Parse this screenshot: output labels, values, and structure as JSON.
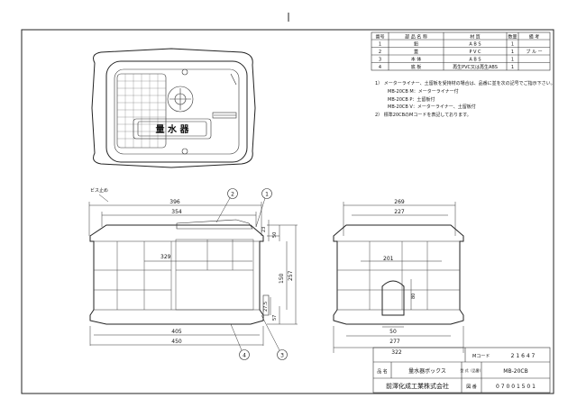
{
  "parts_table": {
    "headers": [
      "番号",
      "部 品 名 称",
      "材 質",
      "数量",
      "備 考"
    ],
    "rows": [
      [
        "1",
        "鉛",
        "A B S",
        "1",
        ""
      ],
      [
        "2",
        "蓋",
        "P V C",
        "1",
        "ブ ル ー"
      ],
      [
        "3",
        "本 体",
        "A B S",
        "1",
        ""
      ],
      [
        "4",
        "底 板",
        "再生PVC又は再生ABS",
        "1",
        ""
      ]
    ]
  },
  "notes": [
    "1） メーターライナー、土留板を受持材の場合は、品番に並を次の記号でご指示下さい。",
    "MB-20CB M：メーターライナー付",
    "MB-20CB P：土留板付",
    "MB-20CB V：メーターライナー、土留板付",
    "2） 標準20CBのMコードを表記しております。"
  ],
  "lid": {
    "label": "量 水 器"
  },
  "front_view": {
    "screw_label": "ビス止め",
    "balloons": [
      "1",
      "2",
      "3",
      "4"
    ],
    "dims": {
      "top_outer": "396",
      "top_inner": "354",
      "d329": "329",
      "d23": "23",
      "d50": "50",
      "d150": "150",
      "d257": "257",
      "d27_5": "27.5",
      "d57": "57",
      "bottom_inner": "405",
      "bottom_outer": "450"
    }
  },
  "side_view": {
    "dims": {
      "top_outer": "269",
      "top_inner": "227",
      "d201": "201",
      "d80": "80",
      "d50": "50",
      "d277": "277",
      "bottom": "322"
    }
  },
  "title_block": {
    "mcode_label": "Mコード",
    "mcode_value": "2 1 6 4 7",
    "name_label": "品 名",
    "name_value": "量水器ボックス",
    "type_label": "型 式（品番）",
    "type_value": "MB-20CB",
    "company": "前澤化成工業株式会社",
    "drawing_label": "図 番",
    "drawing_value": "0 7 0 0 1 5 0 1"
  }
}
